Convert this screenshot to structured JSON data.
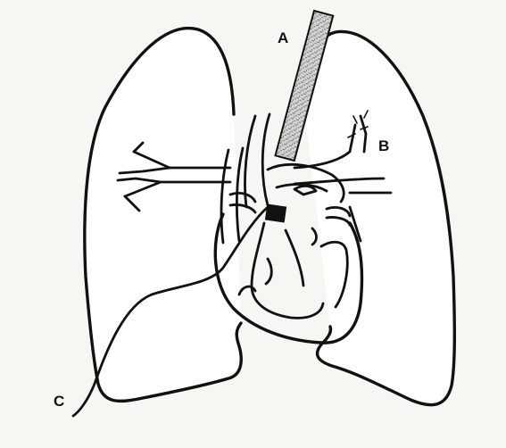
{
  "labels": {
    "a": "A",
    "b": "B",
    "c": "C"
  },
  "colors": {
    "background": "#f7f6f3",
    "stroke": "#111111",
    "device_fill": "#cfcfcf",
    "occluder_fill": "#111111"
  }
}
